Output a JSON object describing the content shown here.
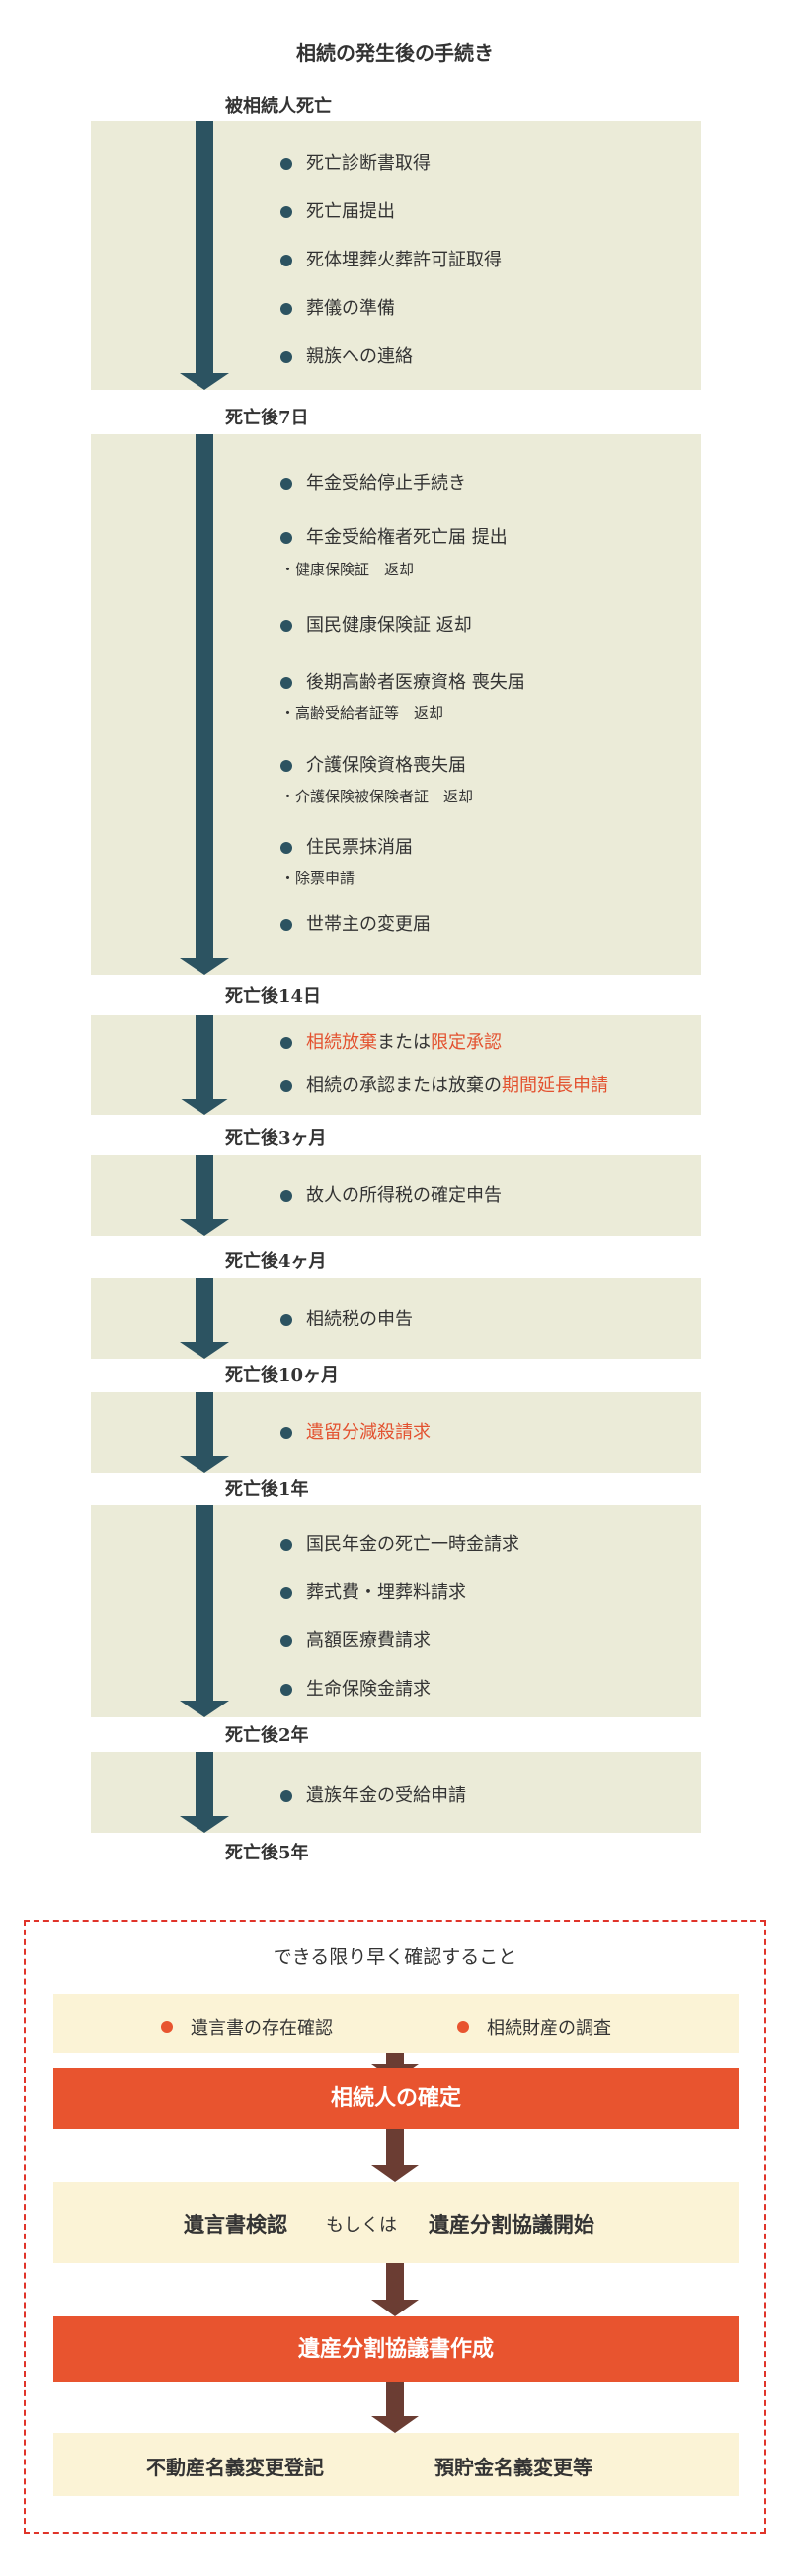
{
  "title": "相続の発生後の手続き",
  "periods": {
    "p0": {
      "label": "被相続人死亡",
      "items": [
        "死亡診断書取得",
        "死亡届提出",
        "死体埋葬火葬許可証取得",
        "葬儀の準備",
        "親族への連絡"
      ]
    },
    "p1": {
      "label": "死亡後7日",
      "items": [
        "年金受給停止手続き",
        "年金受給権者死亡届 提出",
        "国民健康保険証 返却",
        "後期高齢者医療資格 喪失届",
        "介護保険資格喪失届",
        "住民票抹消届",
        "世帯主の変更届"
      ],
      "subs": [
        "・健康保険証　返却",
        "・高齢受給者証等　返却",
        "・介護保険被保険者証　返却",
        "・除票申請"
      ]
    },
    "p2": {
      "label": "死亡後14日",
      "items": [
        {
          "a": "相続放棄",
          "b": "または",
          "c": "限定承認"
        },
        {
          "a": "相続の承認または放棄の",
          "b": "期間延長申請"
        }
      ]
    },
    "p3": {
      "label": "死亡後3ヶ月",
      "items": [
        "故人の所得税の確定申告"
      ]
    },
    "p4": {
      "label": "死亡後4ヶ月",
      "items": [
        "相続税の申告"
      ]
    },
    "p5": {
      "label": "死亡後10ヶ月",
      "items": [
        "遺留分減殺請求"
      ]
    },
    "p6": {
      "label": "死亡後1年",
      "items": [
        "国民年金の死亡一時金請求",
        "葬式費・埋葬料請求",
        "高額医療費請求",
        "生命保険金請求"
      ]
    },
    "p7": {
      "label": "死亡後2年",
      "items": [
        "遺族年金の受給申請"
      ]
    },
    "p8": {
      "label": "死亡後5年"
    }
  },
  "asap": {
    "title": "できる限り早く確認すること",
    "checks": [
      "遺言書の存在確認",
      "相続財産の調査"
    ],
    "step1": "相続人の確定",
    "step2": {
      "left": "遺言書検認",
      "mid": "もしくは",
      "right": "遺産分割協議開始"
    },
    "step3": "遺産分割協議書作成",
    "step4": {
      "left": "不動産名義変更登記",
      "right": "預貯金名義変更等"
    }
  },
  "colors": {
    "arrow": "#2c5361",
    "box": "#ebebd8",
    "highlight": "#e35230",
    "orange": "#e8542f",
    "cream": "#fbf3d6",
    "brown_arrow": "#6b3d33",
    "dashed_border": "#e0342a"
  }
}
